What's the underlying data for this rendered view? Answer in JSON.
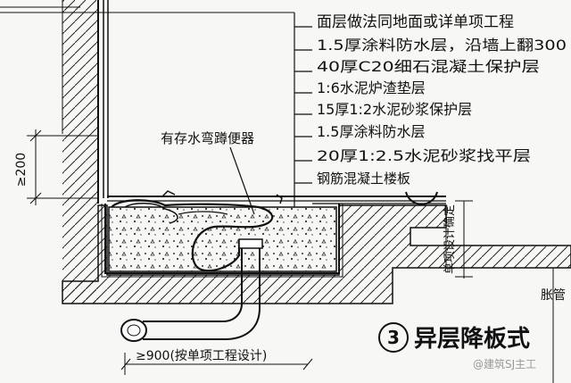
{
  "layer_labels": [
    "面层做法同地面或详单项工程",
    "1.5厚涂料防水层，沿墙上翻300",
    "40厚C20细石混凝土保护层",
    "1:6水泥炉渣垫层",
    "15厚1:2水泥砂浆保护层",
    "1.5厚涂料防水层",
    "20厚1:2.5水泥砂浆找平层",
    "钢筋混凝土楼板"
  ],
  "fixture_label": "有存水弯蹲便器",
  "dim_height": "≥200",
  "dim_length": "≥900(按单项工程设计)",
  "dim_depth": "单项设计确定",
  "right_edge_label": "胀管",
  "figure_number": "3",
  "figure_title": "异层降板式",
  "watermark": "@建筑SJ主工",
  "colors": {
    "line": "#111111",
    "hatch": "#222222",
    "fill": "#ffffff"
  }
}
